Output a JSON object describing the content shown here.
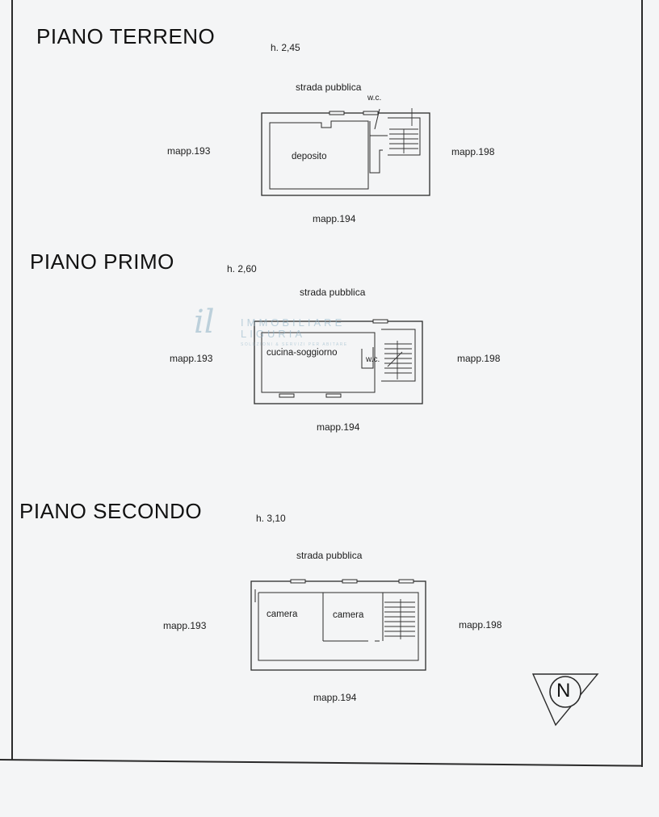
{
  "floors": [
    {
      "title": "PIANO TERRENO",
      "height": "h. 2,45",
      "road": "strada pubblica",
      "mapp_left": "mapp.193",
      "mapp_right": "mapp.198",
      "mapp_bottom": "mapp.194",
      "rooms": [
        "deposito",
        "w.c."
      ]
    },
    {
      "title": "PIANO PRIMO",
      "height": "h. 2,60",
      "road": "strada pubblica",
      "mapp_left": "mapp.193",
      "mapp_right": "mapp.198",
      "mapp_bottom": "mapp.194",
      "rooms": [
        "cucina-soggiorno",
        "w.c."
      ]
    },
    {
      "title": "PIANO SECONDO",
      "height": "h. 3,10",
      "road": "strada pubblica",
      "mapp_left": "mapp.193",
      "mapp_right": "mapp.198",
      "mapp_bottom": "mapp.194",
      "rooms": [
        "camera",
        "camera"
      ]
    }
  ],
  "north_arrow": "N",
  "watermark": {
    "logo": "il",
    "line1": "IMMOBILIARE",
    "line2": "LIGURIA",
    "line3": "SOLUZIONI & SERVIZI PER ABITARE"
  },
  "colors": {
    "paper": "#f4f5f6",
    "ink": "#2b2b2b",
    "watermark": "#8fb3c6"
  }
}
